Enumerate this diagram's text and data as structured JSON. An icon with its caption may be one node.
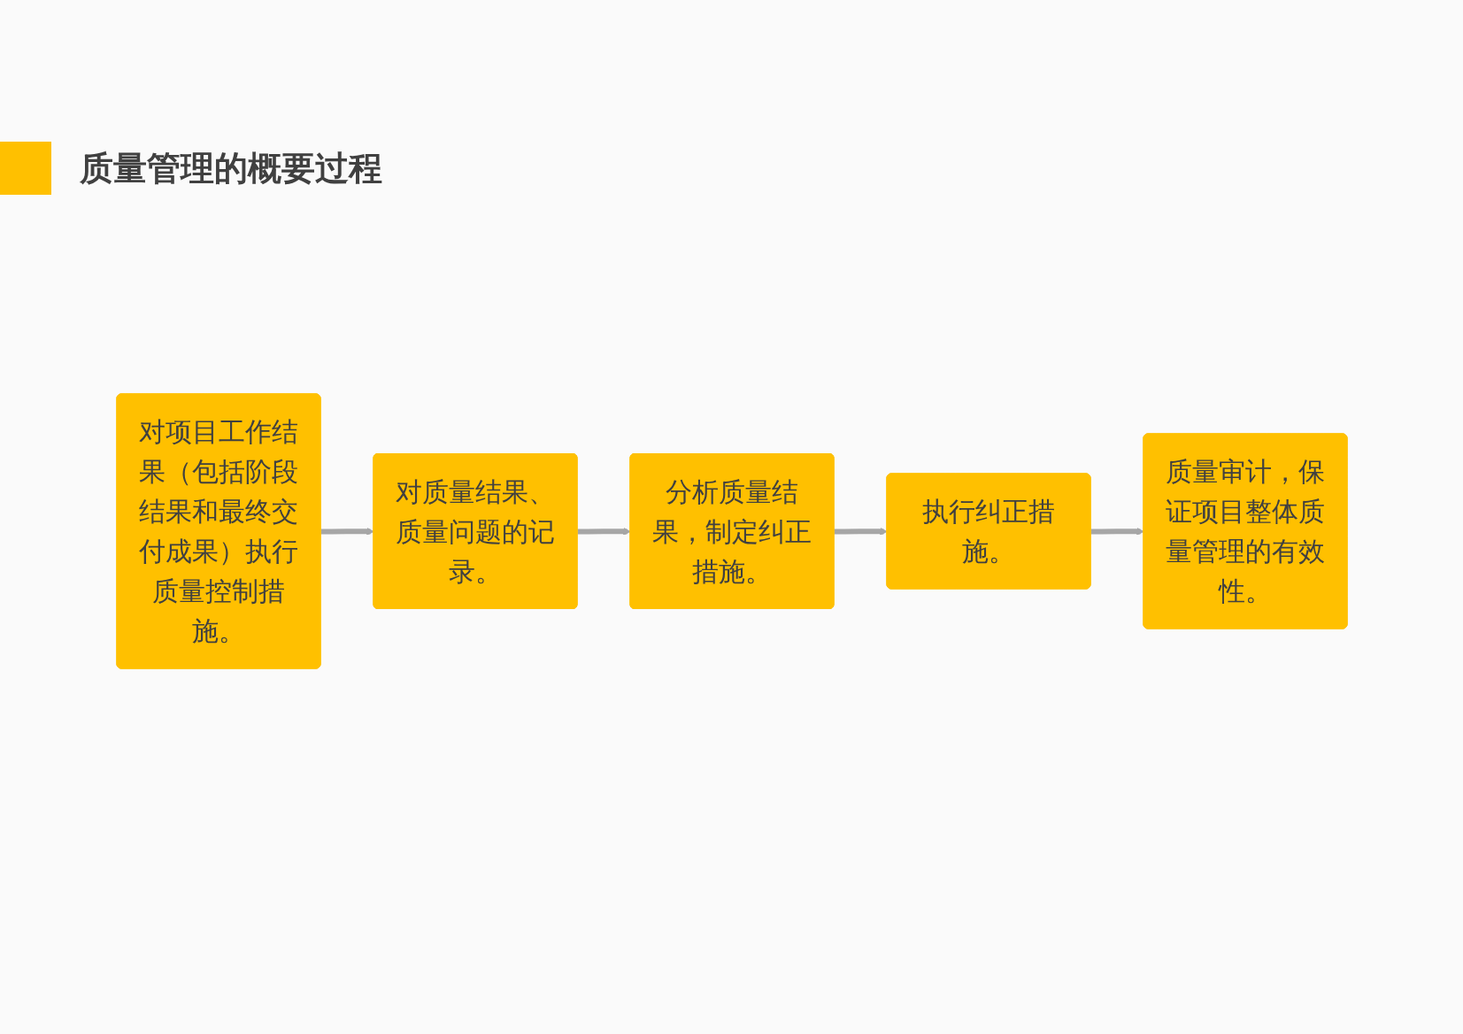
{
  "diagram": {
    "title": "质量管理的概要过程",
    "nodes": [
      {
        "text": [
          "对项目工作结果（包括阶段结果和最终交付成果）执行质量控制措施。"
        ]
      },
      {
        "text": [
          "对质量结果、质量问题的记录。"
        ]
      },
      {
        "text": [
          "分析质量结果，制定纠正措施。"
        ]
      },
      {
        "text": [
          "执行纠正措施。"
        ]
      },
      {
        "text": [
          "质量审计，保证项目整体质量管理的有效性。"
        ]
      }
    ],
    "edges": [
      {
        "from": 0,
        "to": 1,
        "arrow": "to"
      },
      {
        "from": 1,
        "to": 2,
        "arrow": "to"
      },
      {
        "from": 2,
        "to": 3,
        "arrow": "to"
      },
      {
        "from": 3,
        "to": 4,
        "arrow": "to"
      }
    ]
  }
}
